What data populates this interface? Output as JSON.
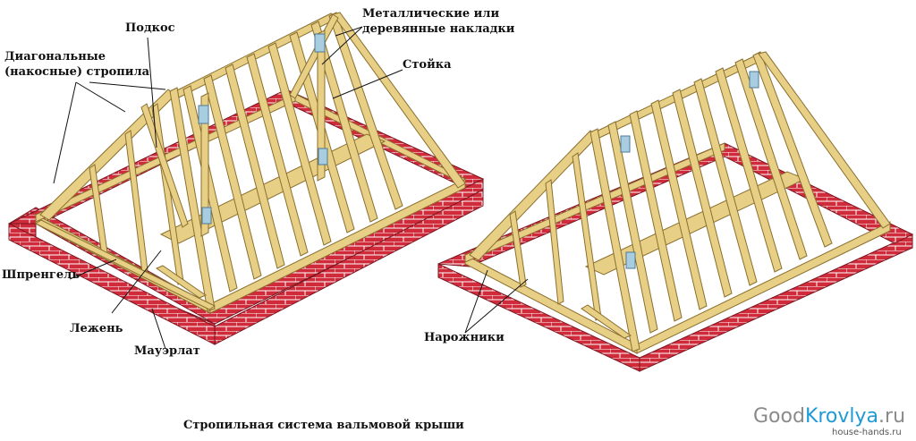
{
  "labels": {
    "podkos": "Подкос",
    "diag_line1": "Диагональные",
    "diag_line2": "(накосные) стропила",
    "nakladki_line1": "Металлические или",
    "nakladki_line2": "деревянные накладки",
    "stoyka": "Стойка",
    "shprengel": "Шпренгель",
    "lezhen": "Лежень",
    "mauerlat": "Мауэрлат",
    "narozhniki": "Нарожники"
  },
  "caption": "Стропильная система вальмовой  крыши",
  "watermark": {
    "good": "Good",
    "krovlya": "Krovlya",
    "ru": ".ru",
    "sub": "house-hands.ru"
  },
  "colors": {
    "brick": "#cf2b3a",
    "mortar": "#ffffff",
    "wood": "#e8cf86",
    "wood_dark": "#b89a4e",
    "steel": "#a9cde0",
    "brand_gray": "#8a8a8a",
    "brand_blue": "#1f9ad6"
  }
}
